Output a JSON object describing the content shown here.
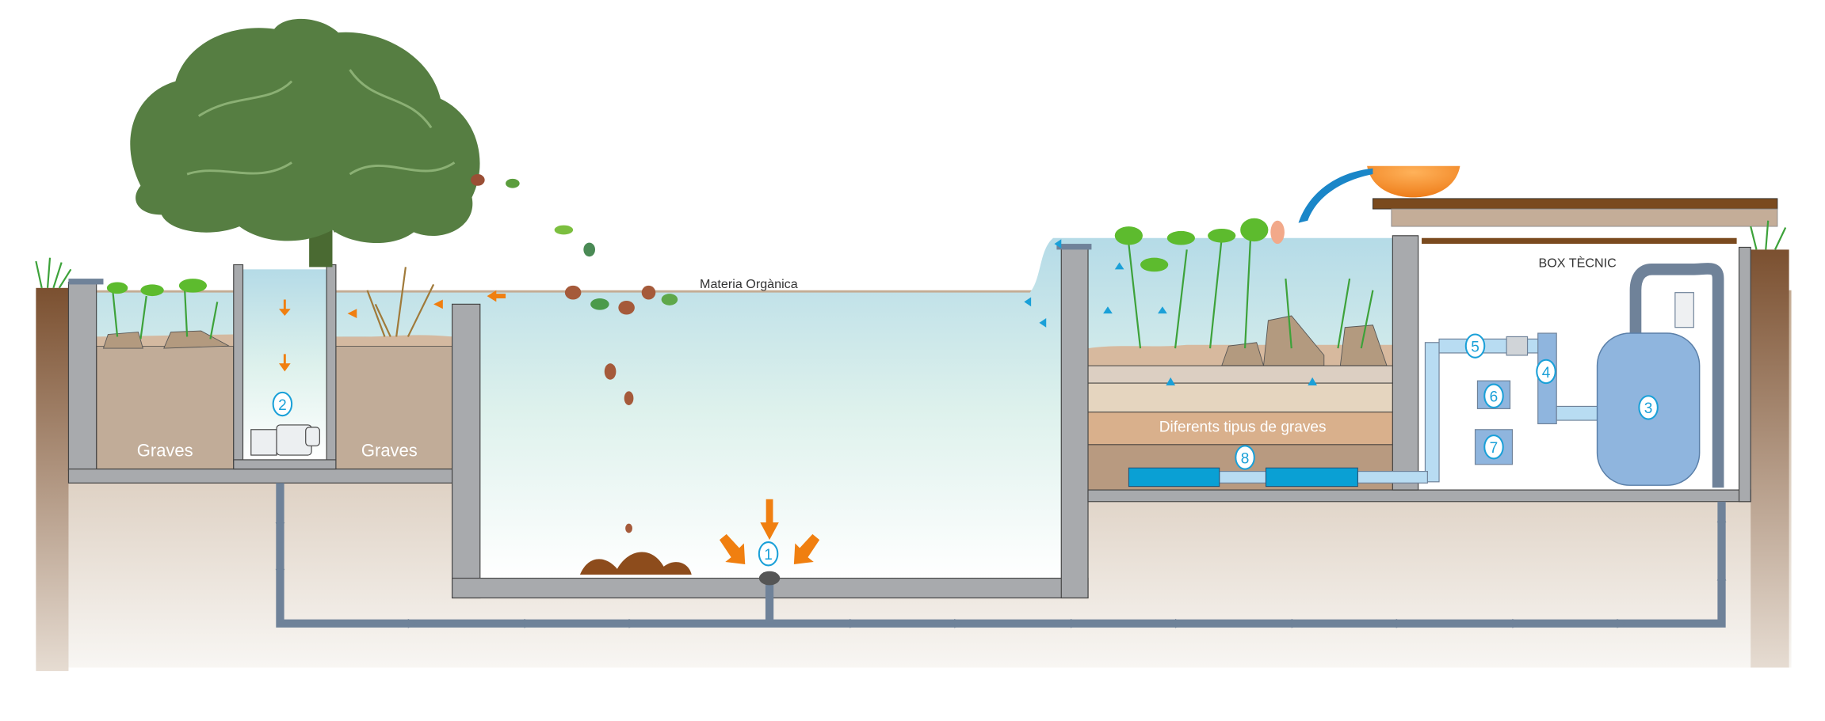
{
  "labels": {
    "organic_matter": "Materia Orgànica",
    "gravel_left": "Graves",
    "gravel_right": "Graves",
    "gravel_types": "Diferents tipus de graves",
    "tech_box": "BOX TÈCNIC"
  },
  "markers": [
    "1",
    "2",
    "3",
    "4",
    "5",
    "6",
    "7",
    "8"
  ],
  "colors": {
    "water": "#bfe0ea",
    "wall": "#a8aaad",
    "pipe": "#6f8299",
    "arrow_orange": "#f07f10",
    "marker_blue": "#1aa0d8",
    "tank": "#8fb5de",
    "tree": "#4f7a3c"
  }
}
